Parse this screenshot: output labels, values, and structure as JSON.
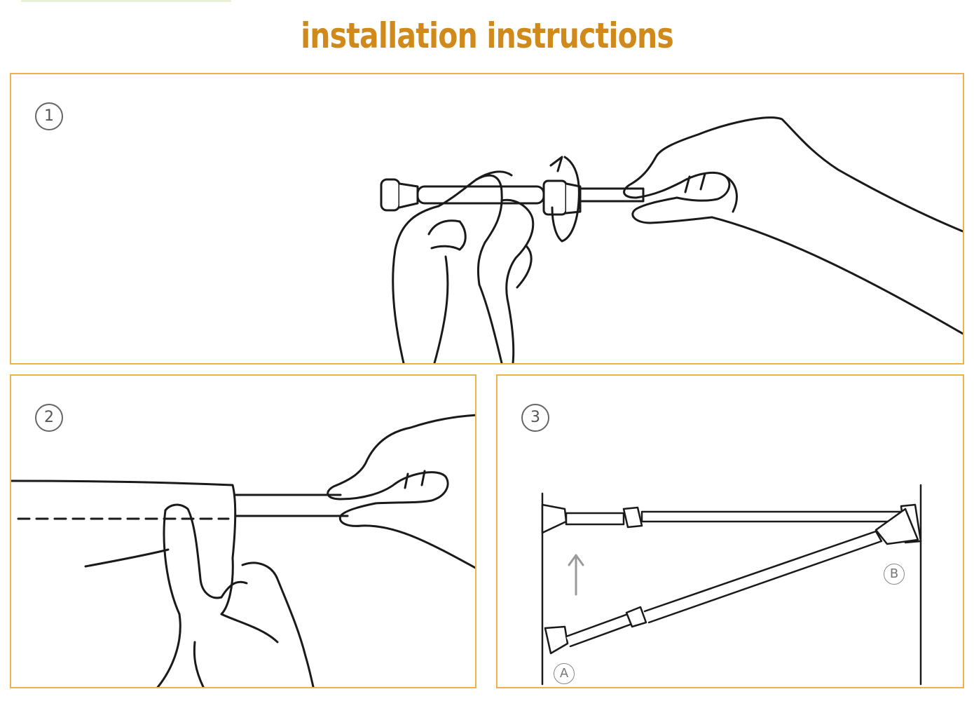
{
  "title": "installation instructions",
  "colors": {
    "title": "#d08a1c",
    "panel_border": "#f0b04a",
    "line_art": "#1a1a1a",
    "arrow": "#9a9a9a"
  },
  "icons": {
    "rotate": "curved-rotation-arrow",
    "lift": "up-arrow"
  },
  "steps": [
    {
      "number": "1"
    },
    {
      "number": "2"
    },
    {
      "number": "3",
      "ends": {
        "bottom": "A",
        "top": "B"
      }
    }
  ]
}
